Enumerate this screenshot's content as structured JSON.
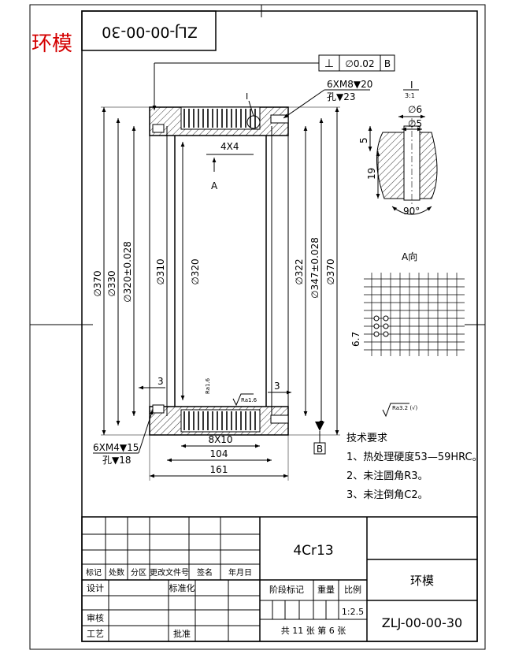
{
  "corner_title": "环模",
  "top_drawing_no": "ZLJ-00-00-30",
  "tolerance_frame": {
    "symbol": "⊥",
    "value": "∅0.02",
    "datum": "B"
  },
  "hole_callouts": {
    "top_right_1": "6XM8▼20",
    "top_right_2": "孔▼23",
    "bottom_left_1": "6XM4▼15",
    "bottom_left_2": "孔▼18"
  },
  "dimensions": {
    "groove_top": "4X4",
    "arrow_label": "A",
    "d370_left": "∅370",
    "d330": "∅330",
    "d320_tol": "∅320±0.028",
    "d310": "∅310",
    "d320": "∅320",
    "d322": "∅322",
    "d347_tol": "∅347±0.028",
    "d370_right": "∅370",
    "gap_left": "3",
    "gap_right": "3",
    "rough_small": "Ra1.6",
    "rough_small_2": "Ra1.6",
    "groove_bottom": "8X10",
    "len_104": "104",
    "len_161": "161",
    "datum_b": "B"
  },
  "detail_view": {
    "label_roman": "I",
    "label_scale": "3:1",
    "d6": "∅6",
    "d5": "∅5",
    "dim5": "5",
    "dim19": "19",
    "angle": "90°"
  },
  "view_a": {
    "title": "A向",
    "dim": "6.7"
  },
  "surface_note": "Ra3.2 (√)",
  "tech_requirements": {
    "heading": "技术要求",
    "items": [
      "1、热处理硬度53—59HRC。",
      "2、未注圆角R3。",
      "3、未注倒角C2。"
    ]
  },
  "title_block": {
    "material": "4Cr13",
    "part_name": "环模",
    "drawing_no": "ZLJ-00-00-30",
    "scale": "1:2.5",
    "sheets": "共 11 张  第 6 张",
    "rev_headers": [
      "标记",
      "处数",
      "分区",
      "更改文件号",
      "签名",
      "年月日"
    ],
    "left_labels": {
      "design": "设计",
      "standard": "标准化",
      "check": "审核",
      "process": "工艺",
      "approve": "批准"
    },
    "stage_headers": [
      "阶段标记",
      "重量",
      "比例"
    ]
  }
}
